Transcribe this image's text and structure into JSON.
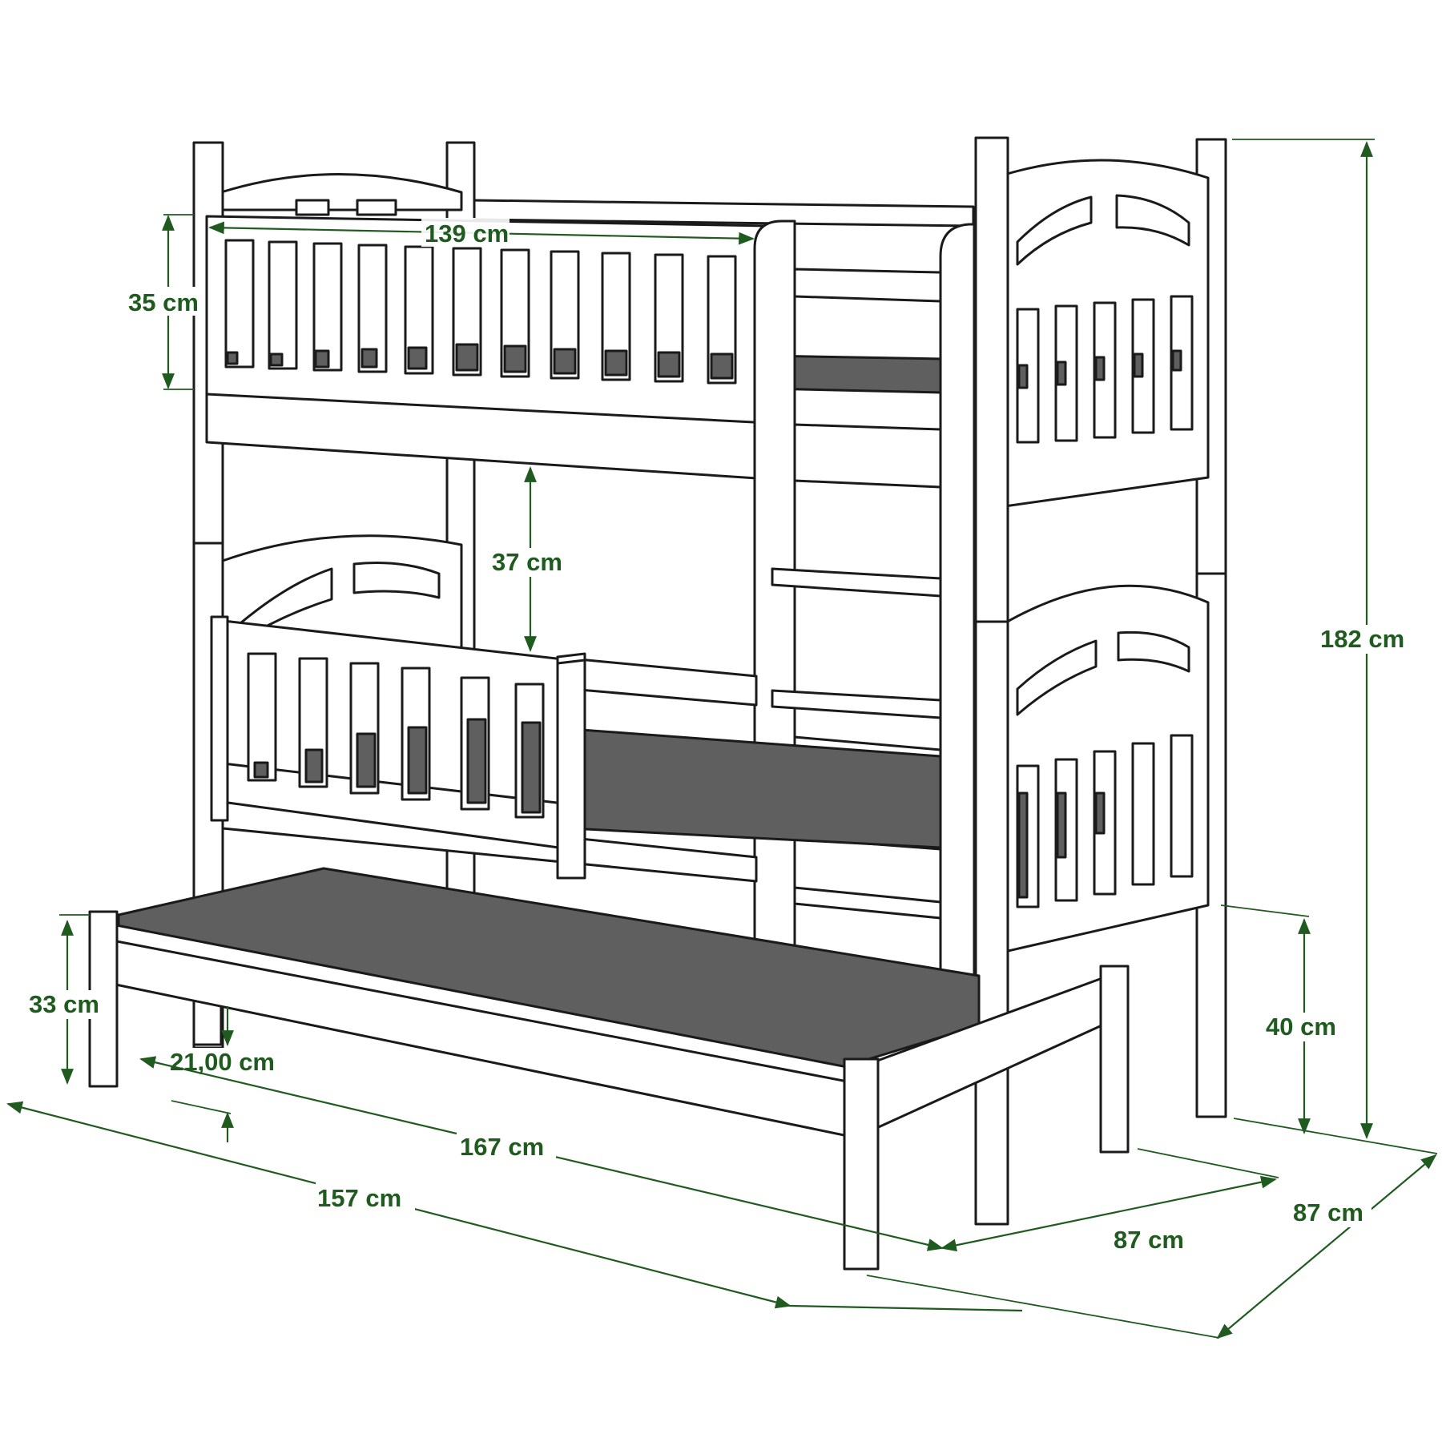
{
  "colors": {
    "outline": "#1a1a1a",
    "wood": "#ffffff",
    "mattress": "#5f5f5f",
    "dimension": "#1f5a1f"
  },
  "dimensions": {
    "rail_length": "139 cm",
    "top_rail_height": "35 cm",
    "gap_between_beds": "37 cm",
    "total_height": "182 cm",
    "trundle_height": "33 cm",
    "trundle_clearance": "21,00 cm",
    "trundle_length": "167 cm",
    "bed_length": "157 cm",
    "trundle_width": "87 cm",
    "bed_width": "87 cm",
    "lower_bed_height": "40 cm"
  }
}
